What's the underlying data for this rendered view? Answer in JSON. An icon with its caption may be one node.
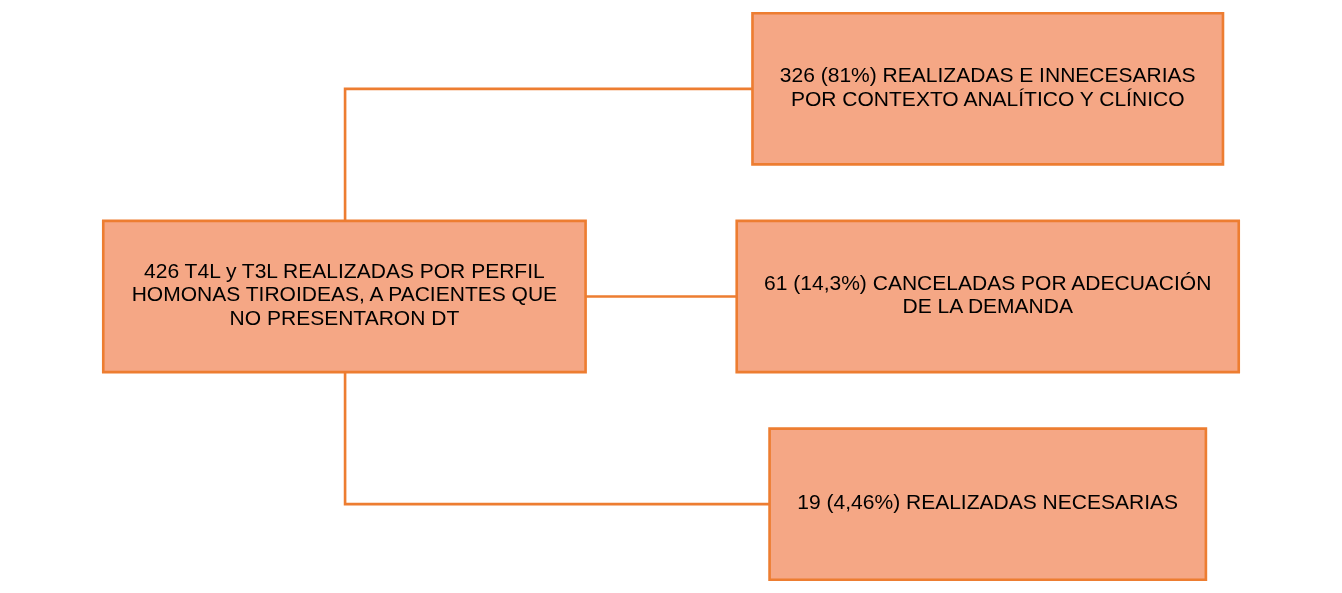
{
  "diagram": {
    "nodes": [
      {
        "text": [
          "426 T4L y T3L REALIZADAS POR PERFIL HOMONAS TIROIDEAS, A PACIENTES QUE NO PRESENTARON DT"
        ]
      },
      {
        "text": [
          "326 (81%) REALIZADAS E INNECESARIAS POR CONTEXTO ANALÍTICO Y CLÍNICO"
        ]
      },
      {
        "text": [
          "61 (14,3%) CANCELADAS POR ADECUACIÓN DE LA DEMANDA"
        ]
      },
      {
        "text": [
          "19 (4,46%) REALIZADAS NECESARIAS"
        ]
      }
    ],
    "edges": [
      {
        "from": 0,
        "to": 1,
        "arrow": "none"
      },
      {
        "from": 0,
        "to": 2,
        "arrow": "none"
      },
      {
        "from": 0,
        "to": 3,
        "arrow": "none"
      }
    ]
  }
}
